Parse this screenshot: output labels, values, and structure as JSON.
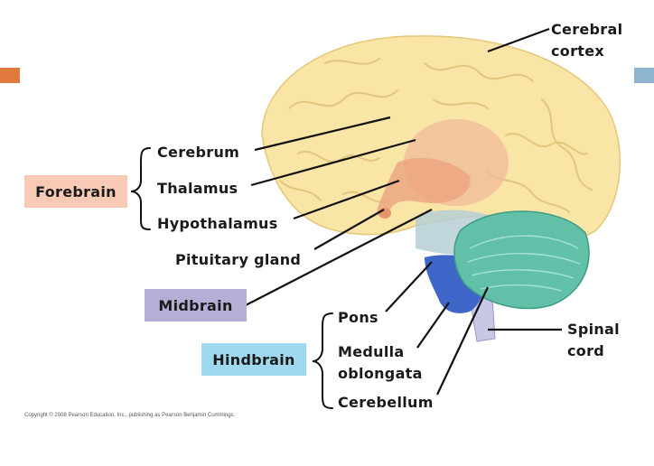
{
  "colors": {
    "accent_left": "#e07a3c",
    "accent_right": "#8fb4cf",
    "forebrain_box": "#f8c9b4",
    "midbrain_box": "#b7aed5",
    "hindbrain_box": "#9fd9ef",
    "brain_body": "#f9e5a6",
    "cerebellum": "#62c0a8",
    "brainstem": "#3f67c9"
  },
  "divisions": {
    "forebrain": "Forebrain",
    "midbrain": "Midbrain",
    "hindbrain": "Hindbrain"
  },
  "labels": {
    "cerebral_cortex": [
      "Cerebral",
      "cortex"
    ],
    "cerebrum": "Cerebrum",
    "thalamus": "Thalamus",
    "hypothalamus": "Hypothalamus",
    "pituitary_gland": "Pituitary gland",
    "pons": "Pons",
    "medulla_oblongata": [
      "Medulla",
      "oblongata"
    ],
    "cerebellum": "Cerebellum",
    "spinal_cord": [
      "Spinal",
      "cord"
    ]
  },
  "copyright": "Copyright © 2008 Pearson Education, Inc., publishing as Pearson Benjamin Cummings."
}
